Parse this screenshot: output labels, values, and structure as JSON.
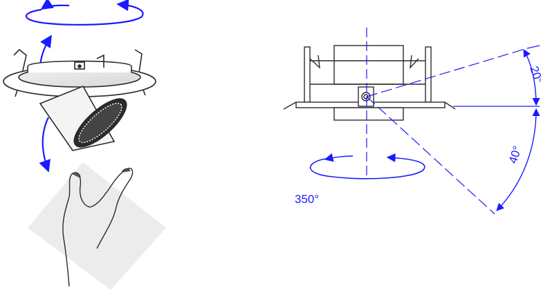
{
  "labels": {
    "rotation": "350°",
    "tilt_down": "40°",
    "tilt_up": "20°"
  },
  "colors": {
    "arrow": "#1a1aff",
    "line": "#2a2a2a"
  },
  "icons": {
    "left": "downlight-hand-adjust-icon",
    "right": "downlight-side-view-drawing"
  }
}
